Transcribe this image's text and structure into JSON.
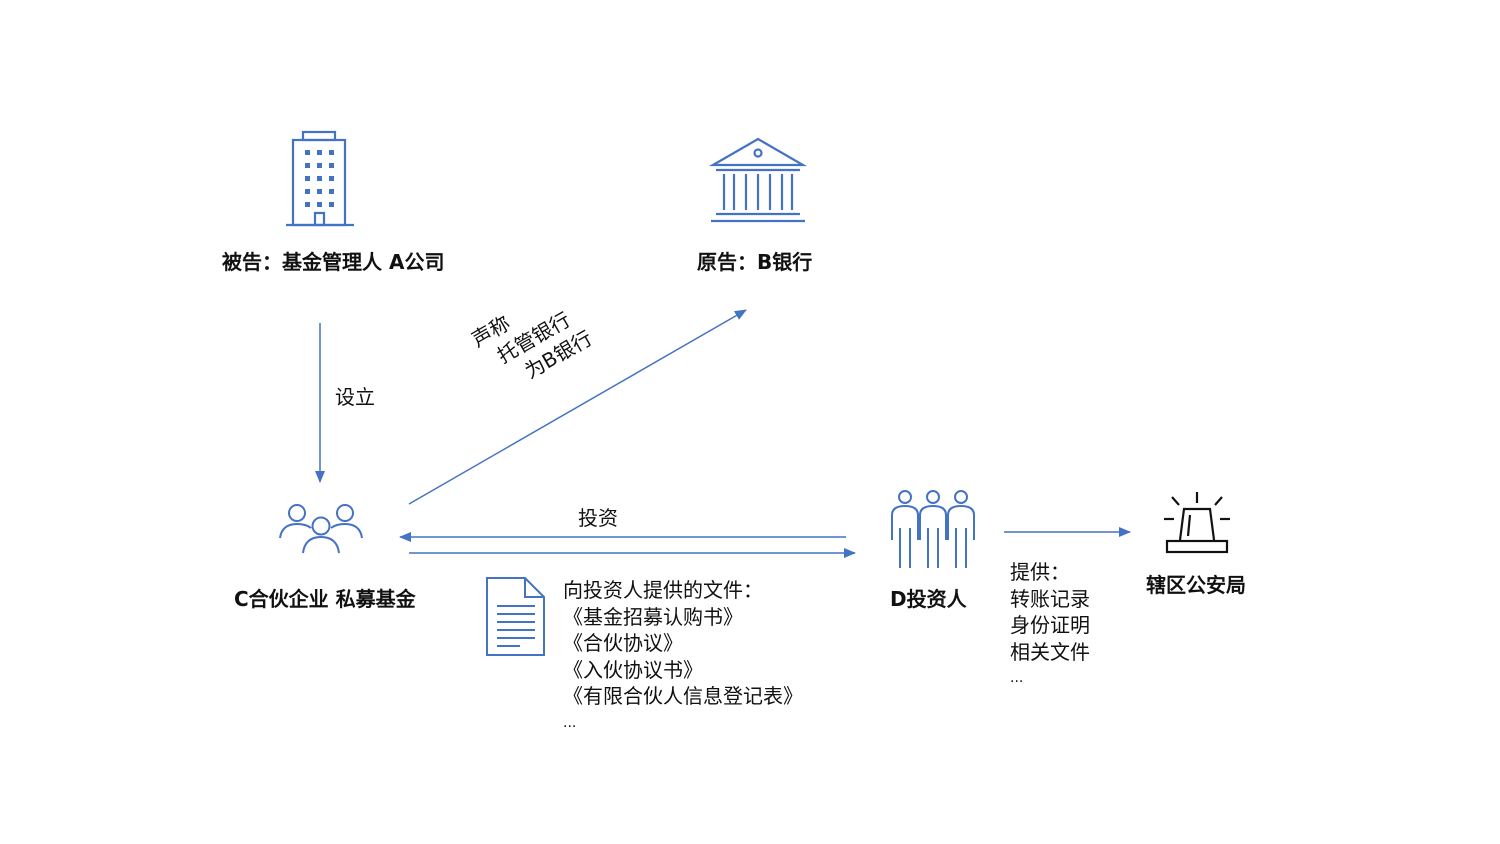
{
  "accent_color": "#4472C4",
  "nodes": {
    "defendant": {
      "label": "被告：基金管理人 A公司",
      "icon": "office-building-icon"
    },
    "plaintiff": {
      "label": "原告：B银行",
      "icon": "bank-icon"
    },
    "fund": {
      "label": "C合伙企业 私募基金",
      "icon": "people-group-icon"
    },
    "investor": {
      "label": "D投资人",
      "icon": "investors-icon"
    },
    "police": {
      "label": "辖区公安局",
      "icon": "police-siren-icon"
    }
  },
  "edges": {
    "establish": {
      "label": "设立"
    },
    "claim": {
      "lines": [
        "声称",
        "托管银行",
        "为B银行"
      ]
    },
    "invest": {
      "label": "投资"
    }
  },
  "documents": {
    "icon": "document-icon",
    "lines": [
      "向投资人提供的文件：",
      "《基金招募认购书》",
      "《合伙协议》",
      "《入伙协议书》",
      "《有限合伙人信息登记表》",
      "..."
    ]
  },
  "evidence": {
    "lines": [
      "提供：",
      "转账记录",
      "身份证明",
      "相关文件",
      "..."
    ]
  }
}
